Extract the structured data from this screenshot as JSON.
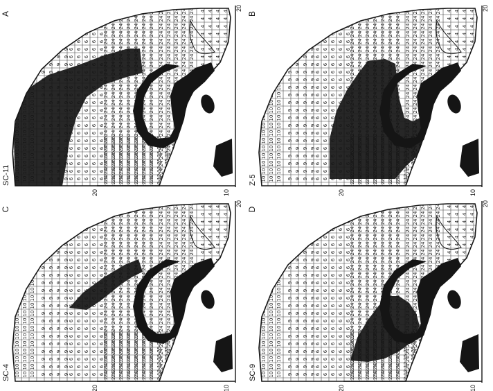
{
  "panels": [
    {
      "letter": "A",
      "code": "SC-11",
      "tick_left": "20",
      "tick_right": "10",
      "tick_top": "20"
    },
    {
      "letter": "B",
      "code": "Z-5",
      "tick_left": "20",
      "tick_right": "10",
      "tick_top": "20"
    },
    {
      "letter": "C",
      "code": "SC-4",
      "tick_left": "20",
      "tick_right": "10",
      "tick_top": "20"
    },
    {
      "letter": "D",
      "code": "SC-9",
      "tick_left": "20",
      "tick_right": "10",
      "tick_top": "20"
    }
  ],
  "grid_numbers": {
    "band_far": "4",
    "band_2": "24",
    "band_3": "25",
    "band_4": "12",
    "band_5": "10",
    "band_6": "9",
    "band_7": "6"
  },
  "colors": {
    "ink": "#151515",
    "paper": "#ffffff",
    "grid": "#444444"
  }
}
